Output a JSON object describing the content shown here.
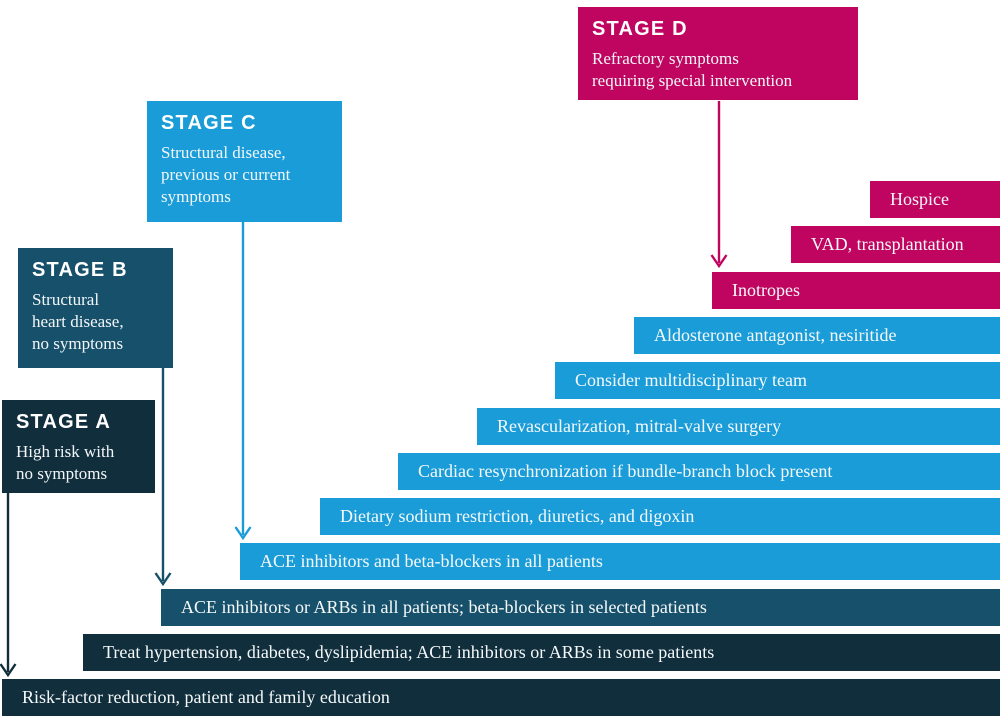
{
  "colors": {
    "stage_a": "#112E3D",
    "stage_b": "#17506B",
    "stage_c": "#199CD8",
    "stage_d": "#C00560",
    "bar_text": "#F6F9FA",
    "background": "#FFFFFF"
  },
  "stages": [
    {
      "id": "A",
      "title": "STAGE A",
      "description": "High risk with no symptoms",
      "desc_lines": [
        "High risk with",
        "no symptoms"
      ]
    },
    {
      "id": "B",
      "title": "STAGE B",
      "description": "Structural heart disease, no symptoms",
      "desc_lines": [
        "Structural",
        "heart disease,",
        "no symptoms"
      ]
    },
    {
      "id": "C",
      "title": "STAGE C",
      "description": "Structural disease, previous or current symptoms",
      "desc_lines": [
        "Structural disease,",
        "previous or current",
        "symptoms"
      ]
    },
    {
      "id": "D",
      "title": "STAGE D",
      "description": "Refractory symptoms requiring special intervention",
      "desc_lines": [
        "Refractory symptoms",
        "requiring special intervention"
      ]
    }
  ],
  "bars": [
    {
      "label": "Hospice",
      "stage": "D"
    },
    {
      "label": "VAD, transplantation",
      "stage": "D"
    },
    {
      "label": "Inotropes",
      "stage": "D"
    },
    {
      "label": "Aldosterone antagonist, nesiritide",
      "stage": "C"
    },
    {
      "label": "Consider multidisciplinary team",
      "stage": "C"
    },
    {
      "label": "Revascularization, mitral-valve surgery",
      "stage": "C"
    },
    {
      "label": "Cardiac resynchronization if bundle-branch block present",
      "stage": "C"
    },
    {
      "label": "Dietary sodium restriction, diuretics, and digoxin",
      "stage": "C"
    },
    {
      "label": "ACE inhibitors and beta-blockers in all patients",
      "stage": "C"
    },
    {
      "label": "ACE inhibitors or ARBs in all patients; beta-blockers in selected patients",
      "stage": "B"
    },
    {
      "label": "Treat hypertension, diabetes, dyslipidemia; ACE inhibitors or ARBs in some patients",
      "stage": "A"
    },
    {
      "label": "Risk-factor reduction, patient and family education",
      "stage": "A"
    }
  ]
}
